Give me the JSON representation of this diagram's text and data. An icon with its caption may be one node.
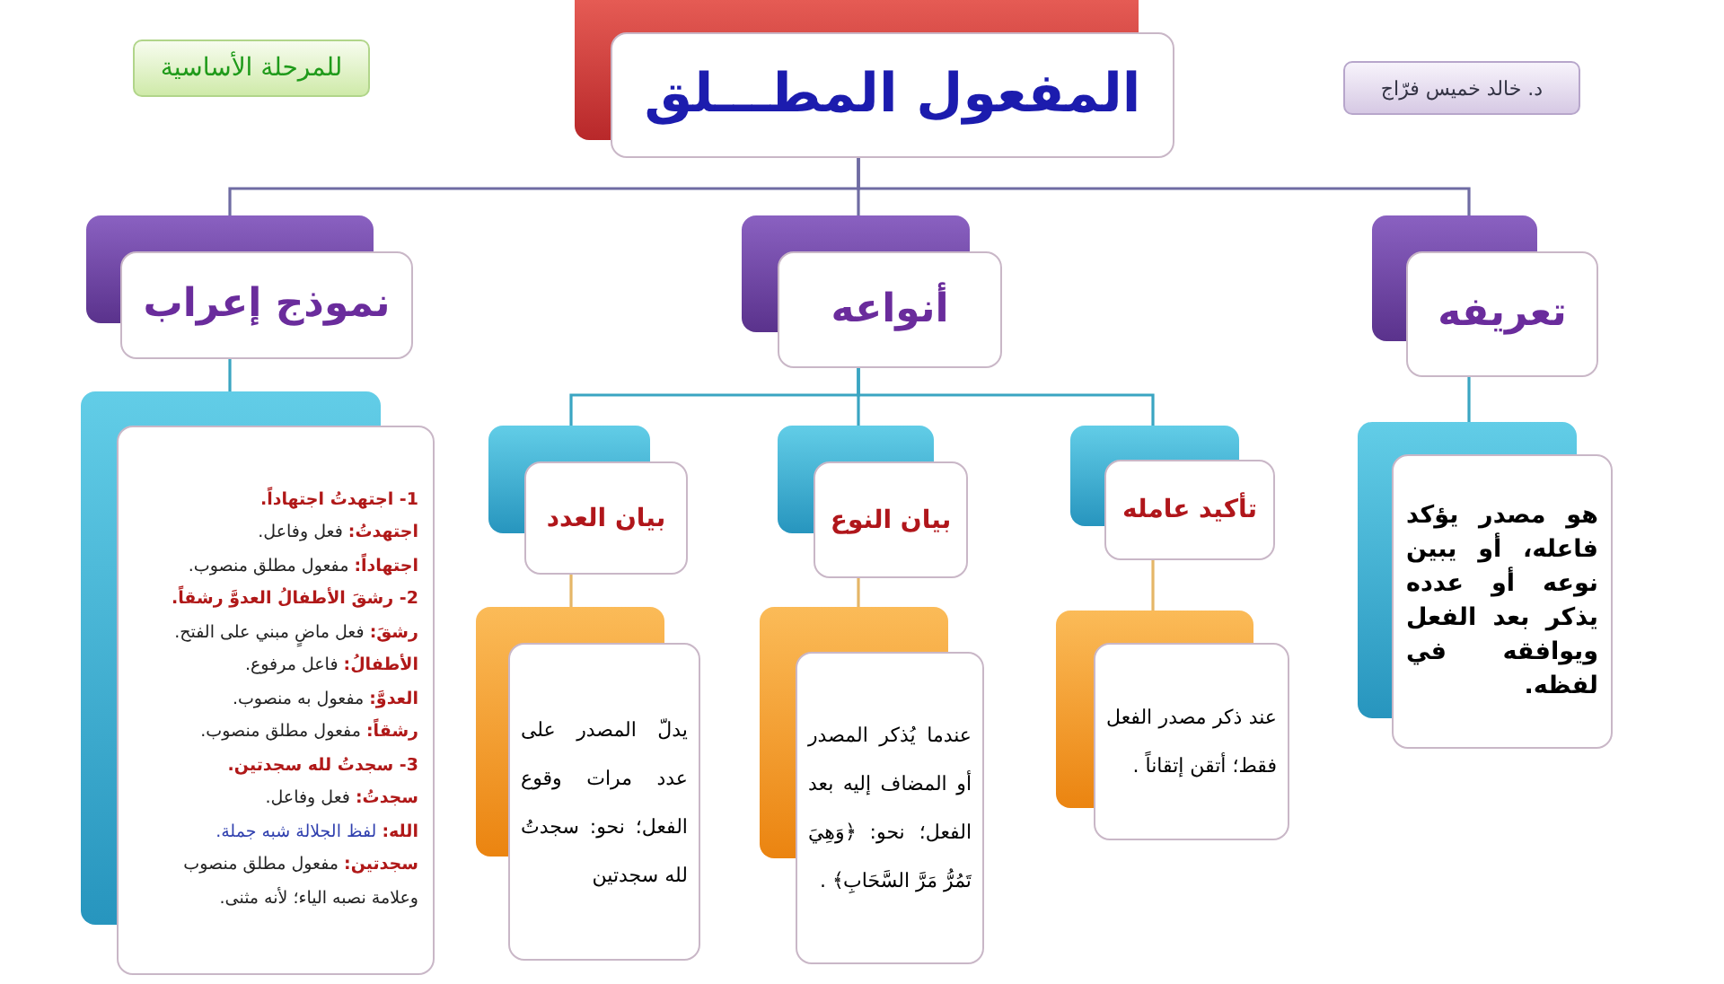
{
  "diagram": {
    "nodes": [
      {
        "text": [
          "د. خالد خميس فرّاج"
        ]
      },
      {
        "text": [
          "المفعول المطـــلق"
        ]
      },
      {
        "text": [
          "للمرحلة الأساسية"
        ]
      },
      {
        "text": [
          "تعريفه"
        ]
      },
      {
        "text": [
          "أنواعه"
        ]
      },
      {
        "text": [
          "نموذج إعراب"
        ]
      },
      {
        "text": [
          "هو مصدر يؤكد فاعله، أو يبين نوعه أو عدده يذكر بعد الفعل ويوافقه في لفظه."
        ]
      },
      {
        "text": [
          "تأكيد عامله"
        ]
      },
      {
        "text": [
          "بيان النوع"
        ]
      },
      {
        "text": [
          "بيان العدد"
        ]
      },
      {
        "text": [
          "1- اجتهدتُ اجتهاداً.",
          "**اجتهدتُ:** فعل وفاعل.",
          "**اجتهاداً:** مفعول مطلق منصوب.",
          "2- رشقَ الأطفالُ العدوَّ رشقاً.",
          "**رشقَ:** فعل ماضٍ مبني على الفتح.",
          "**الأطفالُ:** فاعل مرفوع.",
          "**العدوَّ:** مفعول به منصوب.",
          "**رشقاً:** مفعول مطلق منصوب.",
          "3- سجدتُ لله سجدتين.",
          "**سجدتُ:** فعل وفاعل.",
          "**الله:** لفظ الجلالة شبه جملة.",
          "**سجدتين:** مفعول مطلق منصوب وعلامة نصبه الياء؛ لأنه مثنى."
        ]
      },
      {
        "text": [
          "عند ذكر مصدر الفعل فقط؛ أتقن إتقاناً ."
        ]
      },
      {
        "text": [
          "عندما يُذكر المصدر أو المضاف إليه بعد الفعل؛ نحو: ﴿وَهِيَ تَمُرُّ مَرَّ السَّحَابِ﴾ ."
        ]
      },
      {
        "text": [
          "يدلّ المصدر على عدد مرات وقوع الفعل؛ نحو: سجدتُ لله سجدتين"
        ]
      }
    ],
    "edges": [
      {
        "from": 1,
        "to": 3,
        "arrow": "none",
        "color": "#6f6ca3"
      },
      {
        "from": 1,
        "to": 4,
        "arrow": "none",
        "color": "#6f6ca3"
      },
      {
        "from": 1,
        "to": 5,
        "arrow": "none",
        "color": "#6f6ca3"
      },
      {
        "from": 3,
        "to": 6,
        "arrow": "none"
      },
      {
        "from": 4,
        "to": 7,
        "arrow": "none"
      },
      {
        "from": 4,
        "to": 8,
        "arrow": "none"
      },
      {
        "from": 4,
        "to": 9,
        "arrow": "none"
      },
      {
        "from": 5,
        "to": 10,
        "arrow": "none"
      },
      {
        "from": 7,
        "to": 11,
        "arrow": "none",
        "color": "#e5b667"
      },
      {
        "from": 8,
        "to": 12,
        "arrow": "none",
        "color": "#e5b667"
      },
      {
        "from": 9,
        "to": 13,
        "arrow": "none",
        "color": "#e5b667"
      }
    ]
  }
}
